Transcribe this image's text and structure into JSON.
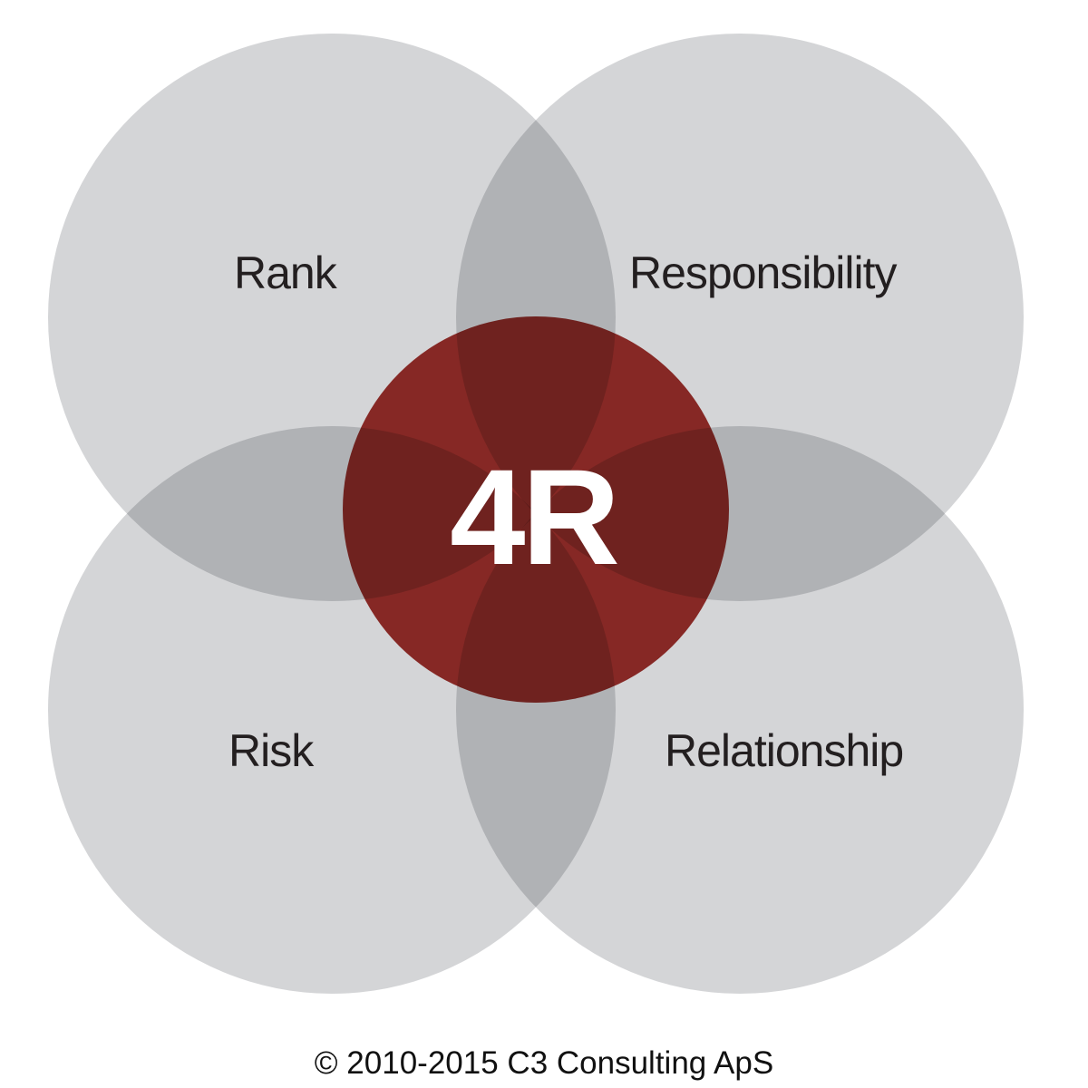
{
  "diagram": {
    "center_label": "4R",
    "circles": [
      {
        "id": "rank",
        "label": "Rank"
      },
      {
        "id": "responsibility",
        "label": "Responsibility"
      },
      {
        "id": "risk",
        "label": "Risk"
      },
      {
        "id": "relationship",
        "label": "Relationship"
      }
    ],
    "colors": {
      "circle": "#d4d5d7",
      "center": "#a1302b",
      "text": "#231f20"
    }
  },
  "footer": {
    "copyright": "© 2010-2015 C3 Consulting ApS"
  }
}
